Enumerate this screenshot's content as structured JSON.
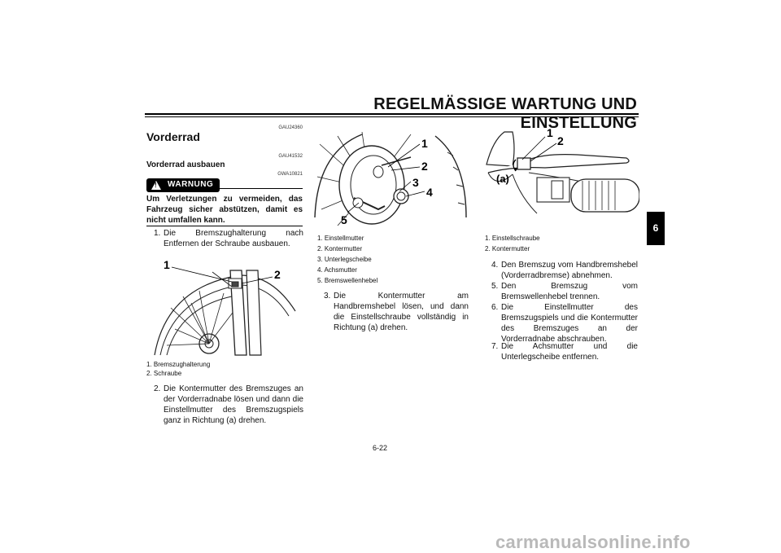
{
  "header": {
    "title": "REGELMÄSSIGE WARTUNG UND EINSTELLUNG"
  },
  "section_tab": "6",
  "page_number": "6-22",
  "left": {
    "code1": "GAU24360",
    "title": "Vorderrad",
    "code2": "GAU41532",
    "subtitle": "Vorderrad ausbauen",
    "code3": "GWA10821",
    "warning_label": "WARNUNG",
    "warning_text": "Um Verletzungen zu vermeiden, das Fahrzeug sicher abstützen, damit es nicht umfallen kann.",
    "step1_num": "1.",
    "step1_text": "Die Bremszughalterung nach Entfernen der Schraube ausbauen.",
    "fig_callout1": "1",
    "fig_callout2": "2",
    "caption1": "1. Bremszughalterung",
    "caption2": "2. Schraube",
    "step2_num": "2.",
    "step2_text": "Die Kontermutter des Bremszuges an der Vorderradnabe lösen und dann die Einstellmutter des Bremszugspiels ganz in Richtung (a) drehen."
  },
  "middle": {
    "fig_callouts": [
      "1",
      "2",
      "3",
      "4",
      "5"
    ],
    "captions": [
      "1. Einstellmutter",
      "2. Kontermutter",
      "3. Unterlegscheibe",
      "4. Achsmutter",
      "5. Bremswellenhebel"
    ],
    "step3_num": "3.",
    "step3_text": "Die Kontermutter am Handbremshebel lösen, und dann die Einstellschraube vollständig in Richtung (a) drehen."
  },
  "right": {
    "fig_callouts": [
      "1",
      "2",
      "(a)"
    ],
    "captions": [
      "1. Einstellschraube",
      "2. Kontermutter"
    ],
    "steps": [
      {
        "num": "4.",
        "text": "Den Bremszug vom Handbremshebel (Vorderradbremse) abnehmen."
      },
      {
        "num": "5.",
        "text": "Den Bremszug vom Bremswellenhebel trennen."
      },
      {
        "num": "6.",
        "text": "Die Einstellmutter des Bremszugspiels und die Kontermutter des Bremszuges an der Vorderradnabe abschrauben."
      },
      {
        "num": "7.",
        "text": "Die Achsmutter und die Unterlegscheibe entfernen."
      }
    ]
  },
  "watermark": "carmanualsonline.info"
}
